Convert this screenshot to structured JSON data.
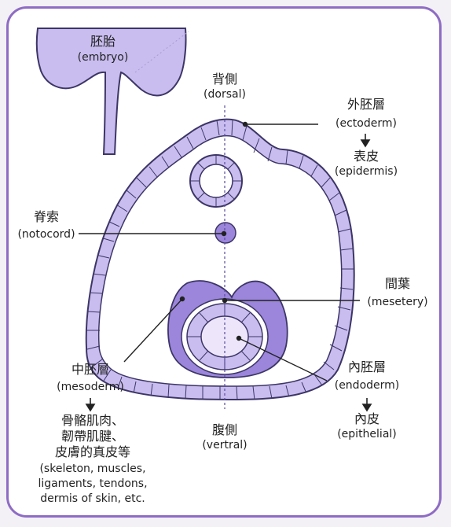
{
  "labels": {
    "embryo_zh": "胚胎",
    "embryo_en": "(embryo)",
    "dorsal_zh": "背側",
    "dorsal_en": "(dorsal)",
    "ectoderm_zh": "外胚層",
    "ectoderm_en": "(ectoderm)",
    "epidermis_zh": "表皮",
    "epidermis_en": "(epidermis)",
    "notocord_zh": "脊索",
    "notocord_en": "(notocord)",
    "mesetery_zh": "間葉",
    "mesetery_en": "(mesetery)",
    "mesoderm_zh": "中胚層",
    "mesoderm_en": "(mesoderm)",
    "mesoderm_derivatives_zh": [
      "骨骼肌肉、",
      "韌帶肌腱、",
      "皮膚的真皮等"
    ],
    "mesoderm_derivatives_en": [
      "(skeleton, muscles,",
      "ligaments, tendons,",
      "dermis of skin, etc."
    ],
    "endoderm_zh": "內胚層",
    "endoderm_en": "(endoderm)",
    "epithelial_zh": "內皮",
    "epithelial_en": "(epithelial)",
    "ventral_zh": "腹側",
    "ventral_en": "(vertral)"
  },
  "colors": {
    "fill_light": "#c9bdf0",
    "fill_dark": "#9b86dc",
    "stroke": "#3d3566",
    "frame": "#8e6cc4"
  }
}
